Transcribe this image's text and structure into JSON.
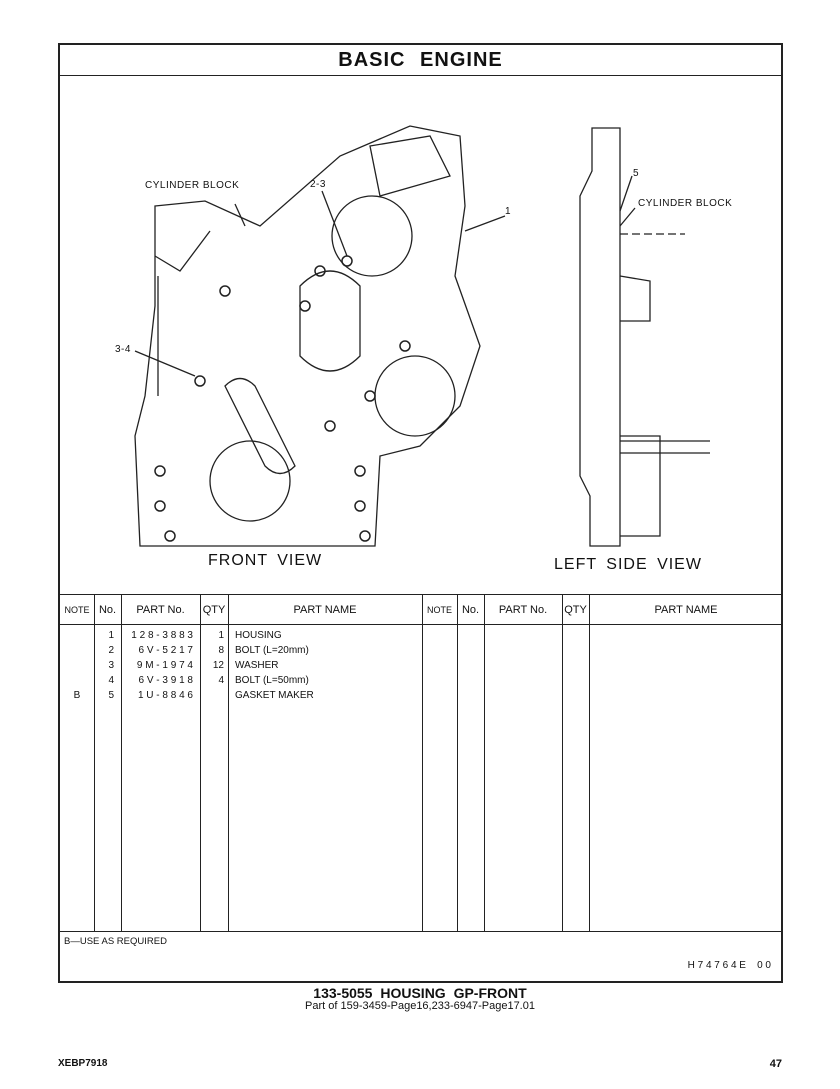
{
  "title": "BASIC ENGINE",
  "drawing": {
    "labels": {
      "cyl_block_front": "CYLINDER BLOCK",
      "callout_2_3": "2-3",
      "callout_1": "1",
      "callout_3_4": "3-4",
      "callout_5": "5",
      "cyl_block_side": "CYLINDER BLOCK"
    },
    "front_view": "FRONT VIEW",
    "side_view": "LEFT SIDE VIEW"
  },
  "table": {
    "headers": {
      "note": "NOTE",
      "no": "No.",
      "part_no": "PART No.",
      "qty": "QTY",
      "part_name": "PART NAME"
    },
    "rows": [
      {
        "note": "",
        "no": "1",
        "part_no": "1 2 8 - 3 8 8 3",
        "qty": "1",
        "name": "HOUSING"
      },
      {
        "note": "",
        "no": "2",
        "part_no": "6 V - 5 2 1 7",
        "qty": "8",
        "name": "BOLT (L=20mm)"
      },
      {
        "note": "",
        "no": "3",
        "part_no": "9 M - 1 9 7 4",
        "qty": "12",
        "name": "WASHER"
      },
      {
        "note": "",
        "no": "4",
        "part_no": "6 V - 3 9 1 8",
        "qty": "4",
        "name": "BOLT (L=50mm)"
      },
      {
        "note": "B",
        "no": "5",
        "part_no": "1 U - 8 8 4 6",
        "qty": "",
        "name": "GASKET MAKER"
      }
    ]
  },
  "notes": {
    "b": "B—USE AS REQUIRED",
    "ref": "H 7 4 7 6 4 E    0 0"
  },
  "footer": {
    "title": "133-5055  HOUSING GP-FRONT",
    "subtitle": "Part of 159-3459-Page16,233-6947-Page17.01",
    "doc": "XEBP7918",
    "page": "47"
  }
}
